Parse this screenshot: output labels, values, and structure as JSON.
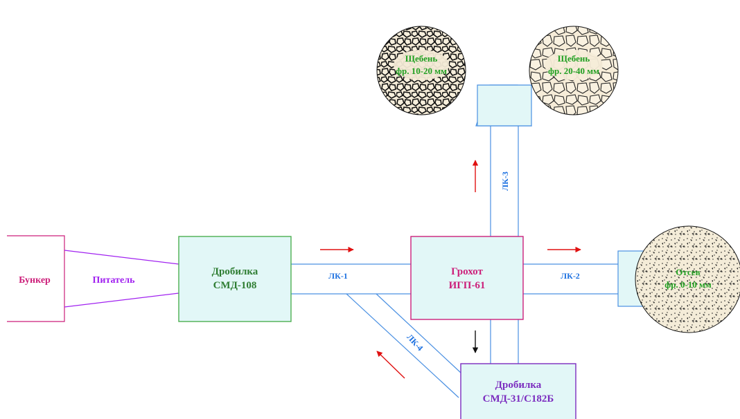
{
  "nodes": {
    "bunker": {
      "label": "Бункер",
      "color": "#cc1f7a"
    },
    "feeder": {
      "label": "Питатель",
      "color": "#a020f0"
    },
    "crusher1": {
      "line1": "Дробилка",
      "line2": "СМД-108",
      "color": "#2e7d32"
    },
    "screen": {
      "line1": "Грохот",
      "line2": "ИГП-61",
      "color": "#cc1f7a"
    },
    "crusher2": {
      "line1": "Дробилка",
      "line2": "СМД-31/С182Б",
      "color": "#7b2cbf"
    }
  },
  "piles": {
    "p1": {
      "line1": "Щебень",
      "line2": "фр. 10-20 мм"
    },
    "p2": {
      "line1": "Щебень",
      "line2": "фр. 20-40 мм"
    },
    "p3": {
      "line1": "Отсев",
      "line2": "фр. 0-10 мм"
    },
    "text_color": "#22a022"
  },
  "conveyors": {
    "lk1": "ЛК-1",
    "lk2": "ЛК-2",
    "lk3": "ЛК-3",
    "lk4": "ЛК-4"
  },
  "colors": {
    "box_fill": "#e2f7f7",
    "bunker_stroke": "#cc1f7a",
    "feeder_stroke": "#a020f0",
    "crusher1_stroke": "#4caf50",
    "screen_stroke": "#cc1f7a",
    "crusher2_stroke": "#7b2cbf",
    "conveyor_stroke": "#4a90e2",
    "arrow_red": "#e01010",
    "arrow_black": "#111111"
  }
}
